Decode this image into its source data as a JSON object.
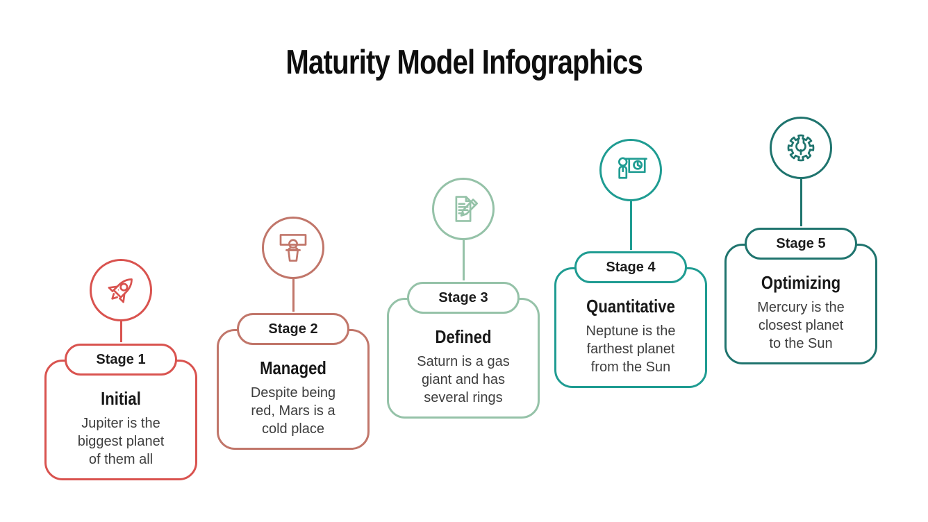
{
  "title": "Maturity Model Infographics",
  "stages": [
    {
      "stage_label": "Stage 1",
      "title": "Initial",
      "description": "Jupiter is the\nbiggest planet\nof them all",
      "color": "#d9534f",
      "icon": "rocket-icon"
    },
    {
      "stage_label": "Stage 2",
      "title": "Managed",
      "description": "Despite being\nred, Mars is a\ncold place",
      "color": "#c1766a",
      "icon": "podium-speaker-icon"
    },
    {
      "stage_label": "Stage 3",
      "title": "Defined",
      "description": "Saturn is a gas\ngiant and has\nseveral rings",
      "color": "#95c2a8",
      "icon": "document-pencil-icon"
    },
    {
      "stage_label": "Stage 4",
      "title": "Quantitative",
      "description": "Neptune is the\nfarthest planet\nfrom the Sun",
      "color": "#1f9c92",
      "icon": "presentation-pie-chart-icon"
    },
    {
      "stage_label": "Stage 5",
      "title": "Optimizing",
      "description": "Mercury is the\nclosest planet\nto the Sun",
      "color": "#1f746e",
      "icon": "gear-wrench-icon"
    }
  ]
}
